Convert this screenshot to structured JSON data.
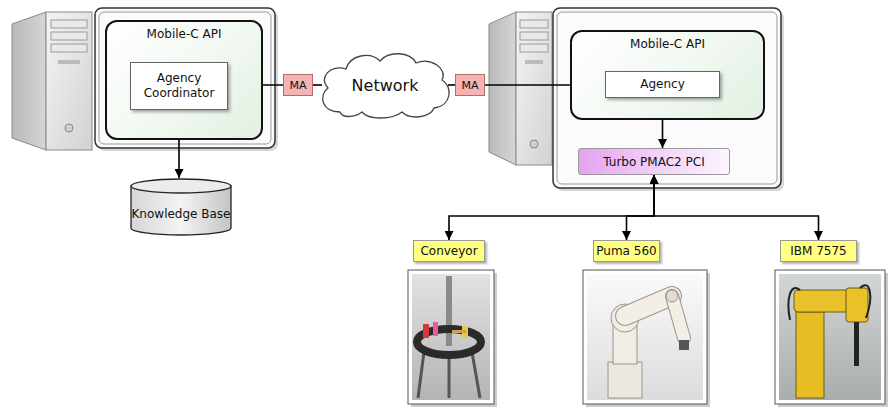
{
  "diagram": {
    "nodes": [
      {
        "text": [
          "Mobile-C API"
        ]
      },
      {
        "text": [
          "Agency Coordinator"
        ],
        "in": 0
      },
      {
        "text": [
          "Knowledge Base"
        ]
      },
      {
        "text": [
          "MA"
        ]
      },
      {
        "text": [
          "Network"
        ]
      },
      {
        "text": [
          "MA"
        ]
      },
      {
        "text": [
          "Mobile-C API"
        ]
      },
      {
        "text": [
          "Agency"
        ],
        "in": 6
      },
      {
        "text": [
          "Turbo PMAC2 PCI"
        ]
      },
      {
        "text": [
          "Conveyor"
        ]
      },
      {
        "text": [
          "Puma 560"
        ]
      },
      {
        "text": [
          "IBM 7575"
        ]
      }
    ],
    "edges": [
      {
        "from": 3,
        "to": 1,
        "arrow": "to"
      },
      {
        "from": 3,
        "to": 4,
        "arrow": "none"
      },
      {
        "from": 4,
        "to": 5,
        "arrow": "none"
      },
      {
        "from": 5,
        "to": 7,
        "arrow": "to"
      },
      {
        "from": 1,
        "to": 2,
        "arrow": "both"
      },
      {
        "from": 7,
        "to": 8,
        "arrow": "both"
      },
      {
        "from": 8,
        "to": 9,
        "arrow": "both"
      },
      {
        "from": 8,
        "to": 10,
        "arrow": "both"
      },
      {
        "from": 8,
        "to": 11,
        "arrow": "both"
      }
    ]
  }
}
